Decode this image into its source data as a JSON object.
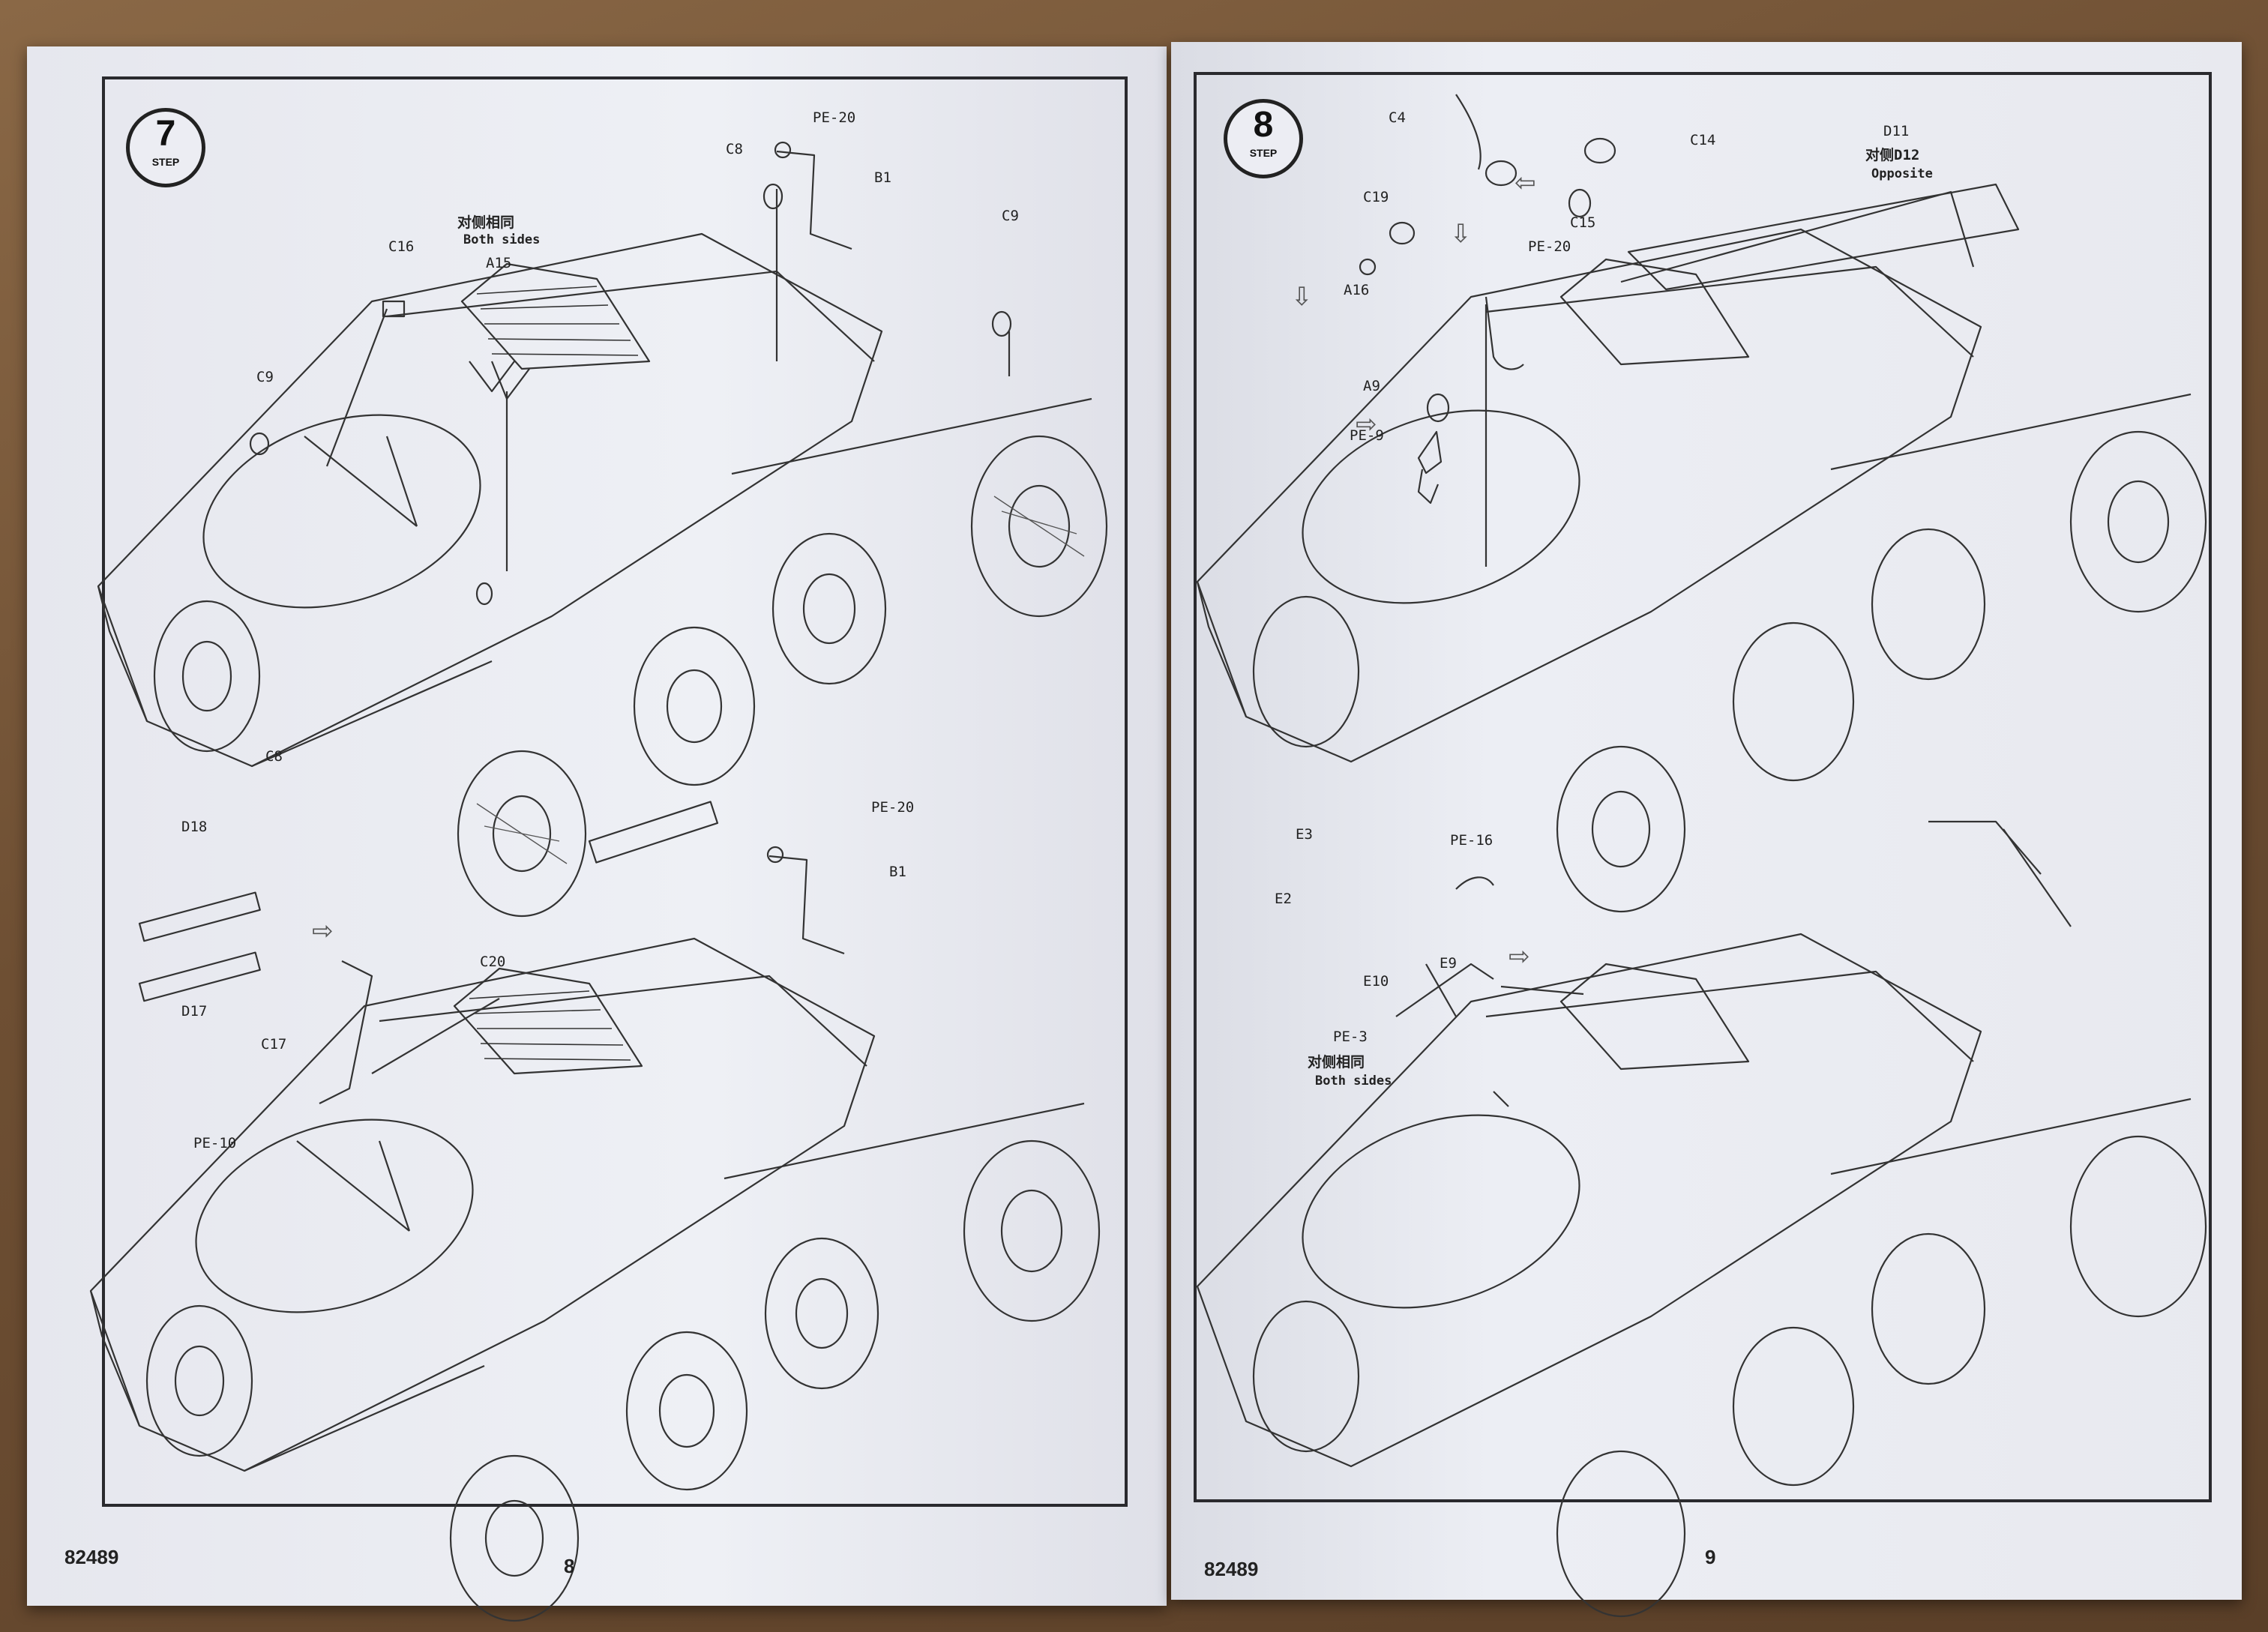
{
  "left_page": {
    "code": "82489",
    "page_number": "8",
    "step": {
      "number": "7",
      "label": "STEP"
    },
    "labels": {
      "pe20_a": "PE-20",
      "b1_a": "B1",
      "c8_a": "C8",
      "c9_a": "C9",
      "c16": "C16",
      "both_cn": "对侧相同",
      "both_en": "Both sides",
      "a15": "A15",
      "c9_b": "C9",
      "c8_b": "C8",
      "d18": "D18",
      "d17": "D17",
      "pe20_b": "PE-20",
      "b1_b": "B1",
      "c20": "C20",
      "c17": "C17",
      "pe10": "PE-10"
    }
  },
  "right_page": {
    "code": "82489",
    "page_number": "9",
    "step": {
      "number": "8",
      "label": "STEP"
    },
    "labels": {
      "c4": "C4",
      "c14": "C14",
      "d11": "D11",
      "opp_cn": "对侧D12",
      "opp_en": "Opposite",
      "c19": "C19",
      "c15": "C15",
      "a16": "A16",
      "pe20": "PE-20",
      "a9": "A9",
      "pe9": "PE-9",
      "e3": "E3",
      "pe16": "PE-16",
      "e2": "E2",
      "e9": "E9",
      "e10": "E10",
      "pe3": "PE-3",
      "both_cn": "对侧相同",
      "both_en": "Both sides"
    }
  }
}
